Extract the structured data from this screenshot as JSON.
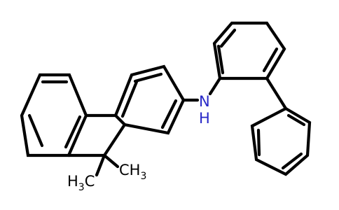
{
  "molecule": {
    "atoms": {
      "nh": {
        "text": "N",
        "h": "H"
      },
      "methyl_left": {
        "h": "H",
        "sub": "3",
        "c": "C"
      },
      "methyl_right": {
        "c": "CH",
        "sub": "3"
      }
    },
    "colors": {
      "bond": "#000000",
      "nitrogen": "#2828c8",
      "background": "#ffffff"
    }
  }
}
